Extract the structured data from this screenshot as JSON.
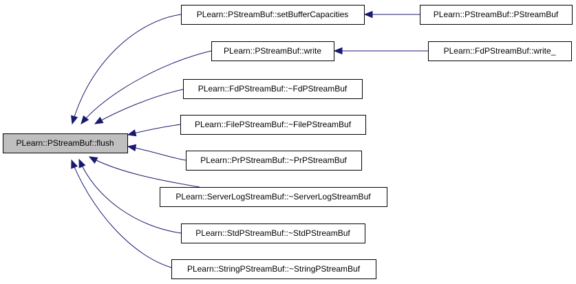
{
  "colors": {
    "edge": "#191970",
    "focus_fill": "#bfbfbf",
    "node_fill": "#ffffff",
    "border": "#000000"
  },
  "graph": {
    "type": "call-graph",
    "nodes": {
      "flush": "PLearn::PStreamBuf::flush",
      "setBufferCapacities": "PLearn::PStreamBuf::setBufferCapacities",
      "pstreambufCtor": "PLearn::PStreamBuf::PStreamBuf",
      "write": "PLearn::PStreamBuf::write",
      "fdWrite": "PLearn::FdPStreamBuf::write_",
      "fdDtor": "PLearn::FdPStreamBuf::~FdPStreamBuf",
      "fileDtor": "PLearn::FilePStreamBuf::~FilePStreamBuf",
      "prDtor": "PLearn::PrPStreamBuf::~PrPStreamBuf",
      "serverLogDtor": "PLearn::ServerLogStreamBuf::~ServerLogStreamBuf",
      "stdDtor": "PLearn::StdPStreamBuf::~StdPStreamBuf",
      "stringDtor": "PLearn::StringPStreamBuf::~StringPStreamBuf"
    },
    "focus": "flush",
    "edges": [
      {
        "from": "setBufferCapacities",
        "to": "flush"
      },
      {
        "from": "write",
        "to": "flush"
      },
      {
        "from": "fdDtor",
        "to": "flush"
      },
      {
        "from": "fileDtor",
        "to": "flush"
      },
      {
        "from": "prDtor",
        "to": "flush"
      },
      {
        "from": "serverLogDtor",
        "to": "flush"
      },
      {
        "from": "stdDtor",
        "to": "flush"
      },
      {
        "from": "stringDtor",
        "to": "flush"
      },
      {
        "from": "pstreambufCtor",
        "to": "setBufferCapacities"
      },
      {
        "from": "fdWrite",
        "to": "write"
      }
    ]
  }
}
